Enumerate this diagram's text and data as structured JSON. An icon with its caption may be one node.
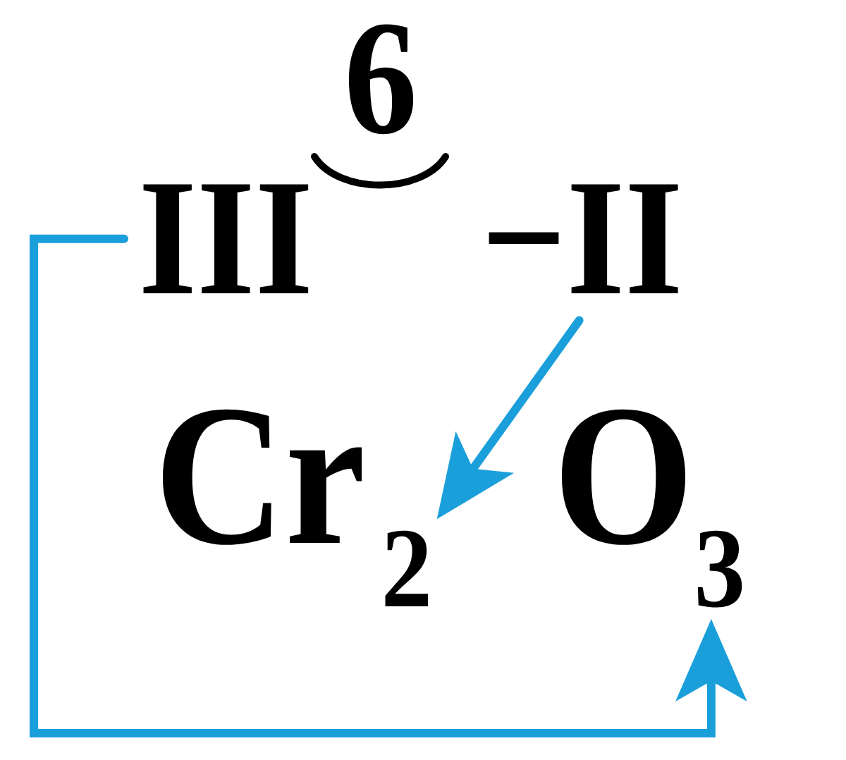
{
  "diagram": {
    "nodes": [
      {
        "text": [
          "III"
        ]
      },
      {
        "text": [
          "−II"
        ]
      },
      {
        "text": [
          "2"
        ]
      },
      {
        "text": [
          "3"
        ]
      }
    ],
    "edges": [
      {
        "from": 0,
        "to": 3,
        "arrow": "to"
      },
      {
        "from": 1,
        "to": 2,
        "arrow": "to"
      }
    ],
    "labels": [
      "6",
      "Cr",
      "O"
    ]
  }
}
